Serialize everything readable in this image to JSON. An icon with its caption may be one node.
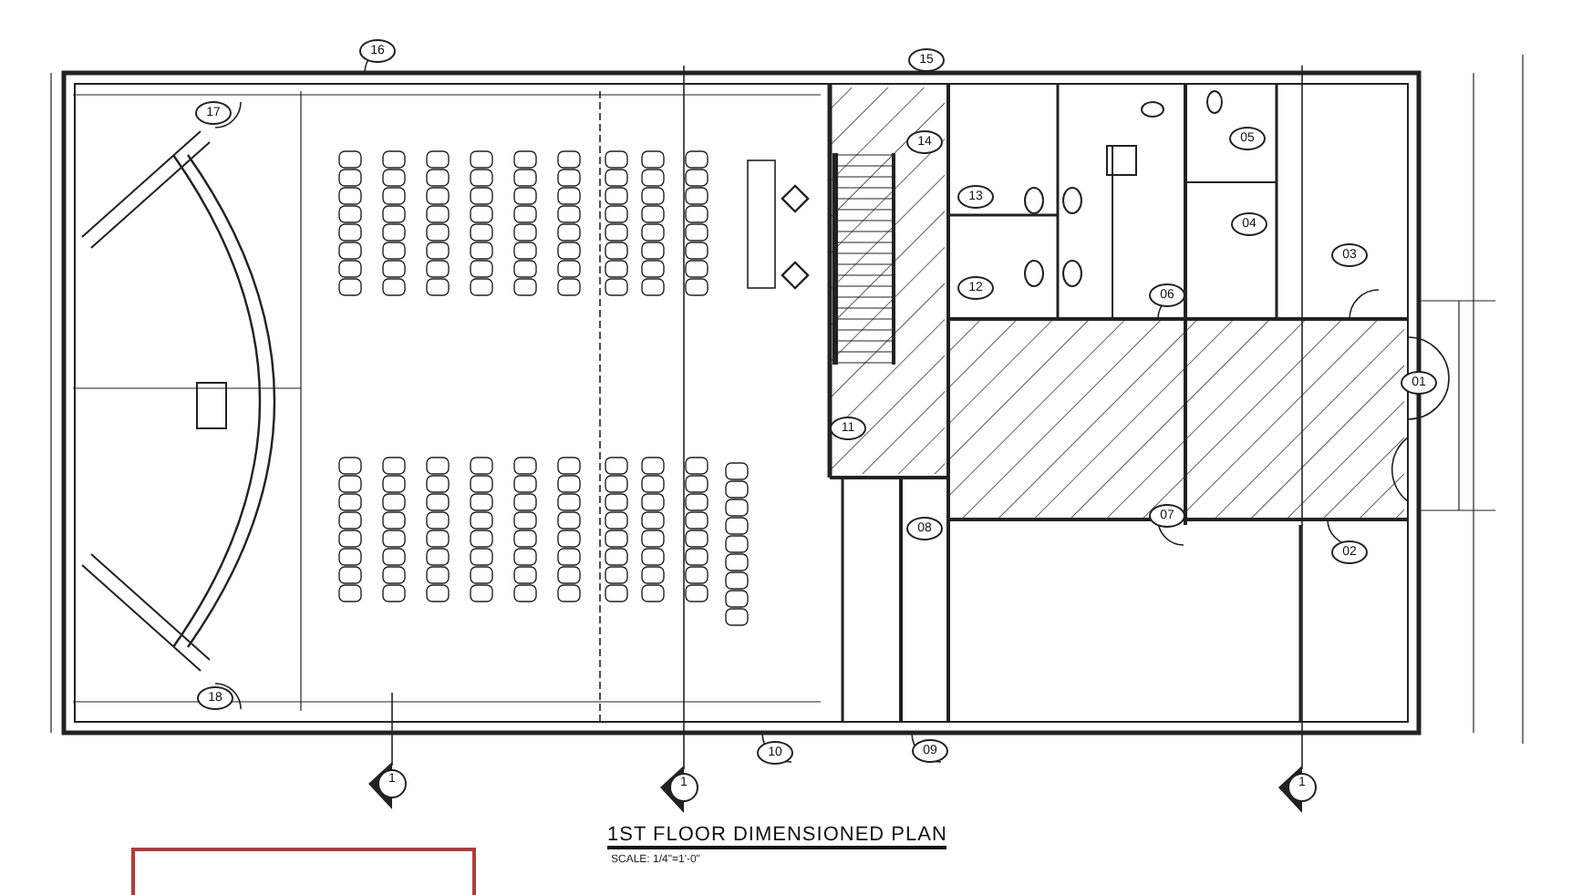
{
  "diagram": {
    "title": "1ST FLOOR DIMENSIONED PLAN",
    "labels": [
      "16",
      "15",
      "17",
      "05",
      "14",
      "13",
      "04",
      "03",
      "12",
      "06",
      "01",
      "11",
      "07",
      "08",
      "02",
      "18",
      "10",
      "09",
      "1",
      "1",
      "1",
      "SCALE: 1/4\"=1'-0\""
    ]
  }
}
